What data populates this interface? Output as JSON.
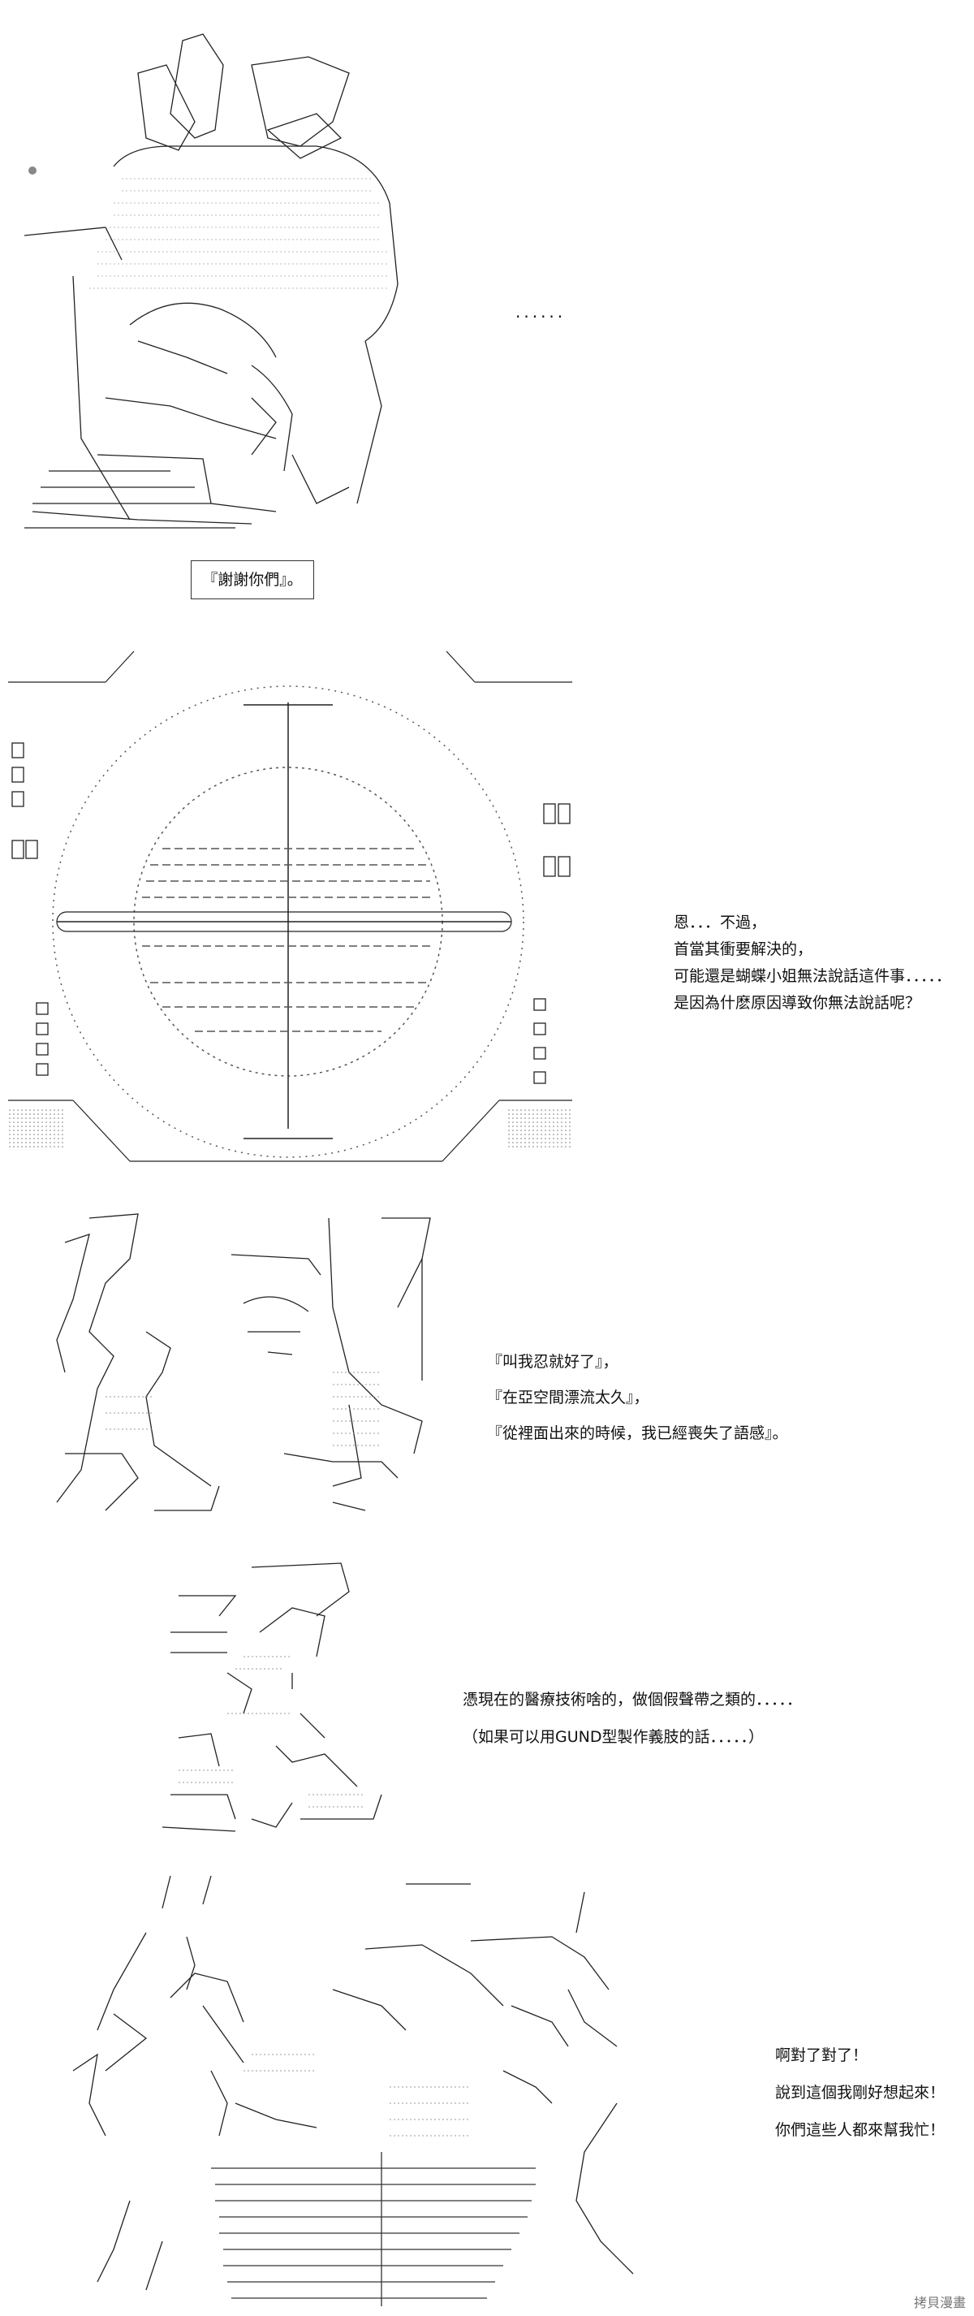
{
  "panel1": {
    "ellipsis": "......",
    "caption": "『謝謝你們』。"
  },
  "panel2": {
    "lines": [
      "恩．．．不過，",
      "首當其衝要解決的，",
      "可能還是蝴蝶小姐無法說話這件事．．．．．",
      "是因為什麽原因導致你無法說話呢？"
    ]
  },
  "panel3": {
    "lines": [
      "『叫我忍就好了』，",
      "『在亞空間漂流太久』，",
      "『從裡面出來的時候，我已經喪失了語感』。"
    ]
  },
  "panel4": {
    "lines": [
      "憑現在的醫療技術啥的，做個假聲帶之類的．．．．．",
      "（如果可以用GUND型製作義肢的話．．．．．）"
    ]
  },
  "panel5": {
    "lines": [
      "啊對了對了！",
      "說到這個我剛好想起來！",
      "你們這些人都來幫我忙！"
    ]
  },
  "watermark": "拷貝漫畫"
}
